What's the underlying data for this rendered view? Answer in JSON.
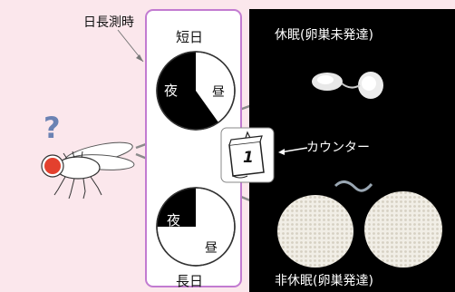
{
  "photoperiod_measurement_label": "日長測時",
  "short_day_label": "短日",
  "long_day_label": "長日",
  "night_label": "夜",
  "day_label": "昼",
  "counter_label": "カウンター",
  "calendar_number": "1",
  "diapause_label": "休眠(卵巣未発達)",
  "non_diapause_label": "非休眠(卵巣発達)",
  "question_mark": "?",
  "colors": {
    "background": "#fbe7ec",
    "box_border": "#c27bd1",
    "fly_eye": "#e3402e",
    "question": "#6b82b3",
    "night": "#000000"
  },
  "short_day_night_fraction": 0.62,
  "long_day_night_fraction": 0.25
}
